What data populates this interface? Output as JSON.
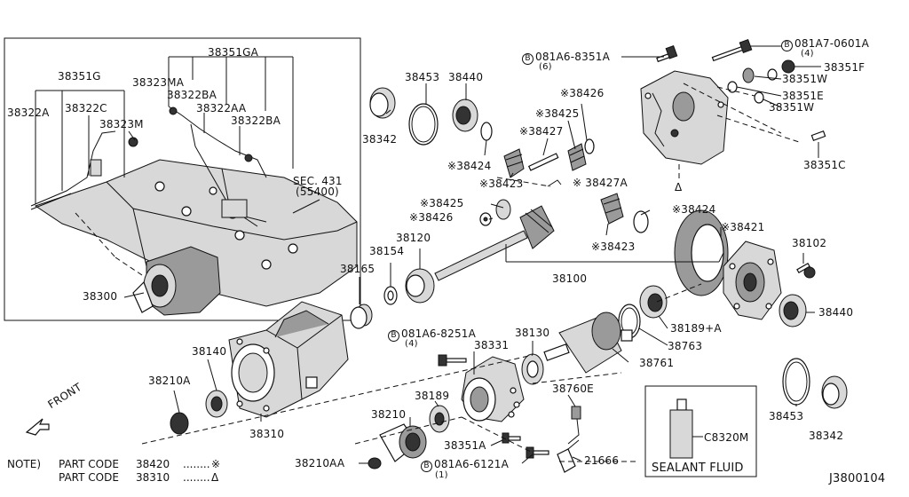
{
  "labels": {
    "38351GA": "38351GA",
    "38351G": "38351G",
    "38323MA": "38323MA",
    "38322BA_a": "38322BA",
    "38322AA": "38322AA",
    "38322BA_b": "38322BA",
    "38322A": "38322A",
    "38322C": "38322C",
    "38323M": "38323M",
    "sec431": "SEC. 431",
    "sec431b": "(55400)",
    "38300": "38300",
    "38342_a": "38342",
    "38453_a": "38453",
    "38440_a": "38440",
    "38424_a": "※38424",
    "38426_a": "※38426",
    "38425_a": "※38425",
    "38427": "※38427",
    "38423_a": "※38423",
    "38427A": "※ 38427A",
    "bolt_a": "081A6-8351A",
    "bolt_a_qty": "(6)",
    "bolt_b": "081A7-0601A",
    "bolt_b_qty": "(4)",
    "38351F": "38351F",
    "38351W_a": "38351W",
    "38351E": "38351E",
    "38351W_b": "38351W",
    "38351C": "38351C",
    "38425_b": "※38425",
    "38426_b": "※38426",
    "38154": "38154",
    "38120": "38120",
    "38100": "38100",
    "38424_b": "※38424",
    "38423_b": "※38423",
    "38421": "※38421",
    "38102": "38102",
    "38440_b": "38440",
    "38165": "38165",
    "38189A": "38189+A",
    "38763": "38763",
    "38761": "38761",
    "bolt_c": "081A6-8251A",
    "bolt_c_qty": "(4)",
    "38331": "38331",
    "38130": "38130",
    "38140": "38140",
    "38210A": "38210A",
    "38310": "38310",
    "38189": "38189",
    "38210": "38210",
    "38760E": "38760E",
    "38351A": "38351A",
    "bolt_d": "081A6-6121A",
    "bolt_d_qty": "(1)",
    "21666": "21666",
    "38210AA": "38210AA",
    "38453_b": "38453",
    "38342_b": "38342",
    "C8320M": "C8320M",
    "sealant": "SEALANT FLUID",
    "front": "FRONT",
    "diagram_id": "J3800104",
    "circle_b": "B"
  },
  "note": {
    "title": "NOTE)",
    "row1_label": "PART CODE",
    "row1_code": "38420",
    "row1_dots": "........",
    "row1_sym": "※",
    "row2_label": "PART CODE",
    "row2_code": "38310",
    "row2_dots": "........",
    "row2_sym": "Δ"
  },
  "symbols": {
    "delta_marker": "Δ"
  }
}
